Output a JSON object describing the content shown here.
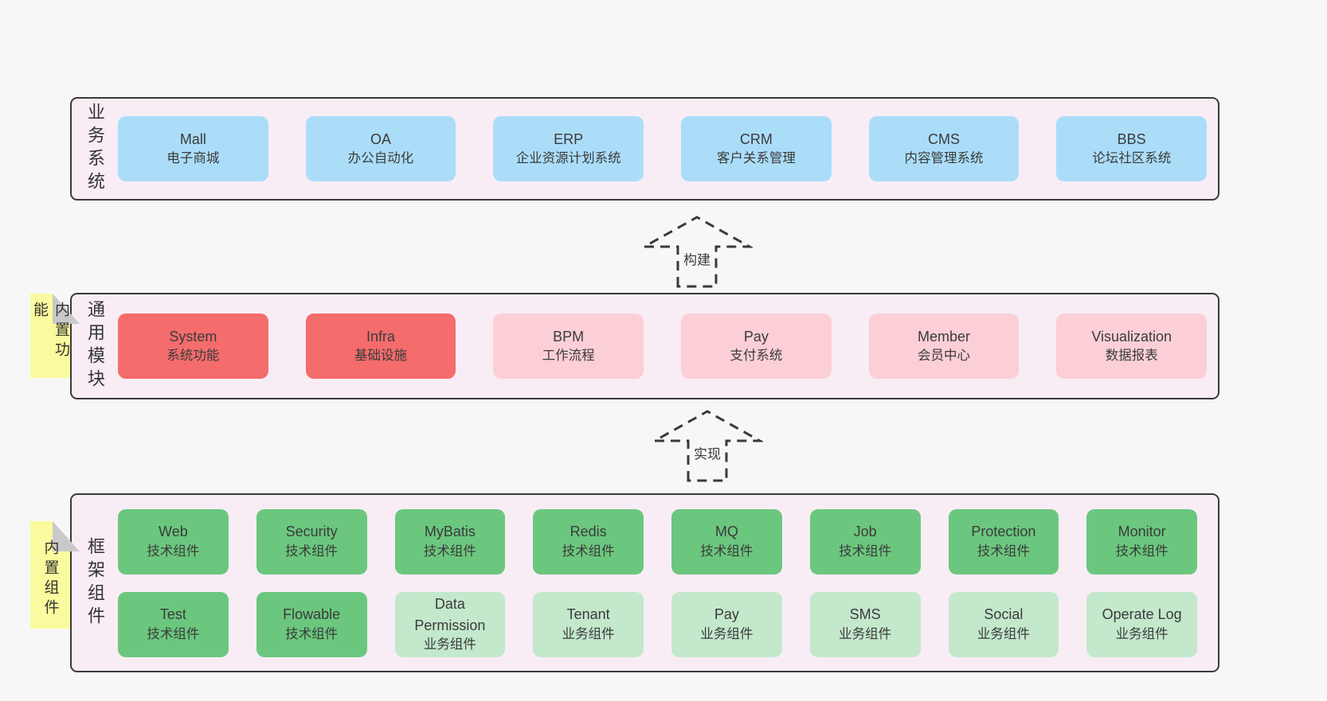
{
  "colors": {
    "page-bg": "#f7f7f7",
    "panel-bg": "#f8edf5",
    "panel-border": "#3a3a3a",
    "box-blue": "#abddf9",
    "box-red": "#f56c6c",
    "box-pink": "#fccfd7",
    "box-green": "#6bc77e",
    "box-lightgreen": "#c3e8cc",
    "tab-yellow": "#fafa9e",
    "tab-fold": "#c9c9c9",
    "text": "#3b3b3b"
  },
  "arrows": [
    {
      "label": "构建"
    },
    {
      "label": "实现"
    }
  ],
  "sections": [
    {
      "id": "business-systems",
      "label": "业务系统",
      "boxes": [
        {
          "title": "Mall",
          "subtitle": "电子商城"
        },
        {
          "title": "OA",
          "subtitle": "办公自动化"
        },
        {
          "title": "ERP",
          "subtitle": "企业资源计划系统"
        },
        {
          "title": "CRM",
          "subtitle": "客户关系管理"
        },
        {
          "title": "CMS",
          "subtitle": "内容管理系统"
        },
        {
          "title": "BBS",
          "subtitle": "论坛社区系统"
        }
      ]
    },
    {
      "id": "common-modules",
      "label": "通用模块",
      "tab": "内置功能",
      "boxes": [
        {
          "title": "System",
          "subtitle": "系统功能"
        },
        {
          "title": "Infra",
          "subtitle": "基础设施"
        },
        {
          "title": "BPM",
          "subtitle": "工作流程"
        },
        {
          "title": "Pay",
          "subtitle": "支付系统"
        },
        {
          "title": "Member",
          "subtitle": "会员中心"
        },
        {
          "title": "Visualization",
          "subtitle": "数据报表"
        }
      ]
    },
    {
      "id": "framework-components",
      "label": "框架组件",
      "tab": "内置组件",
      "rows": [
        [
          {
            "title": "Web",
            "subtitle": "技术组件"
          },
          {
            "title": "Security",
            "subtitle": "技术组件"
          },
          {
            "title": "MyBatis",
            "subtitle": "技术组件"
          },
          {
            "title": "Redis",
            "subtitle": "技术组件"
          },
          {
            "title": "MQ",
            "subtitle": "技术组件"
          },
          {
            "title": "Job",
            "subtitle": "技术组件"
          },
          {
            "title": "Protection",
            "subtitle": "技术组件"
          },
          {
            "title": "Monitor",
            "subtitle": "技术组件"
          }
        ],
        [
          {
            "title": "Test",
            "subtitle": "技术组件"
          },
          {
            "title": "Flowable",
            "subtitle": "技术组件"
          },
          {
            "title": "Data Permission",
            "subtitle": "业务组件"
          },
          {
            "title": "Tenant",
            "subtitle": "业务组件"
          },
          {
            "title": "Pay",
            "subtitle": "业务组件"
          },
          {
            "title": "SMS",
            "subtitle": "业务组件"
          },
          {
            "title": "Social",
            "subtitle": "业务组件"
          },
          {
            "title": "Operate Log",
            "subtitle": "业务组件"
          }
        ]
      ]
    }
  ]
}
